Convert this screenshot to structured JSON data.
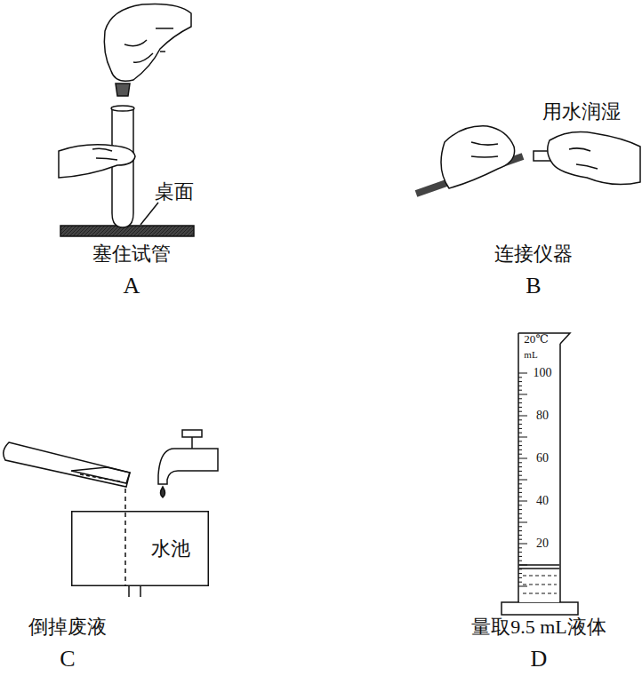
{
  "diagram": {
    "nodes": [
      {
        "text": [
          "水池"
        ]
      }
    ],
    "labels": [
      "桌面",
      "塞住试管",
      "A",
      "用水润湿",
      "连接仪器",
      "B",
      "倒掉废液",
      "C",
      "20℃",
      "mL",
      "100",
      "80",
      "60",
      "40",
      "20",
      "量取9.5 mL液体",
      "D"
    ]
  }
}
